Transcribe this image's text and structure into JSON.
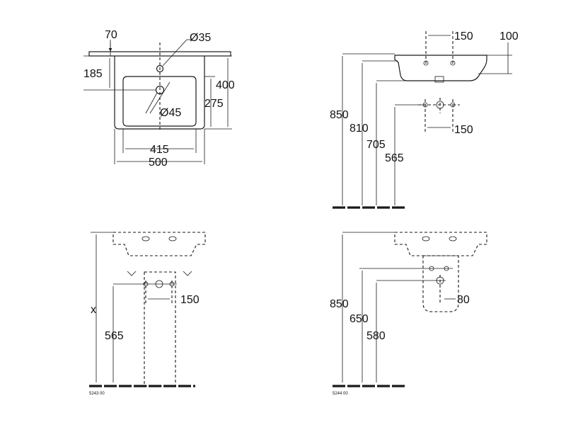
{
  "top_view": {
    "dim_70": "70",
    "dim_185": "185",
    "dim_diam35": "Ø35",
    "dim_diam45": "Ø45",
    "dim_400": "400",
    "dim_275": "275",
    "dim_415": "415",
    "dim_500": "500"
  },
  "side_view": {
    "dim_150_top": "150",
    "dim_100": "100",
    "dim_850": "850",
    "dim_810": "810",
    "dim_705": "705",
    "dim_565": "565",
    "dim_150_bottom": "150"
  },
  "front_view_pedestal": {
    "dim_x": "x",
    "dim_565": "565",
    "dim_150": "150",
    "drawing_code": "5243 00"
  },
  "front_view_semipedestal": {
    "dim_850": "850",
    "dim_650": "650",
    "dim_580": "580",
    "dim_80": "80",
    "drawing_code": "5244 00"
  }
}
